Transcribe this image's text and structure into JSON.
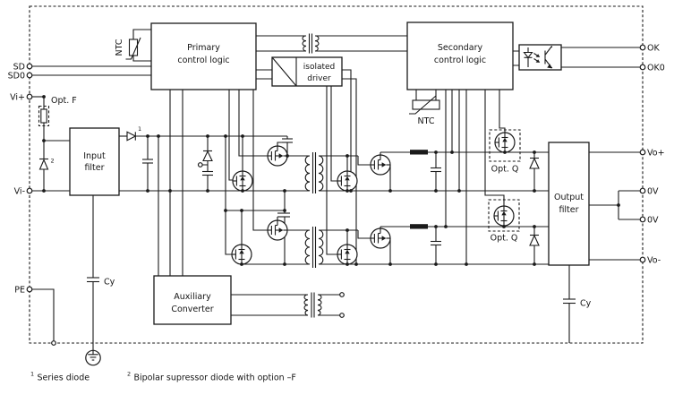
{
  "diagram": {
    "colors": {
      "stroke": "#1a1a1a",
      "background": "#ffffff"
    },
    "terminals": {
      "left": [
        {
          "label": "SD"
        },
        {
          "label": "SD0"
        },
        {
          "label": "Vi+"
        },
        {
          "label": "Vi-"
        },
        {
          "label": "PE"
        }
      ],
      "right": [
        {
          "label": "OK"
        },
        {
          "label": "OK0"
        },
        {
          "label": "Vo+"
        },
        {
          "label": "0V"
        },
        {
          "label": "0V"
        },
        {
          "label": "Vo-"
        }
      ]
    },
    "blocks": {
      "input_filter": {
        "line1": "Input",
        "line2": "filter"
      },
      "primary_control": {
        "line1": "Primary",
        "line2": "control logic"
      },
      "isolated_driver": {
        "line1": "isolated",
        "line2": "driver"
      },
      "secondary_control": {
        "line1": "Secondary",
        "line2": "control logic"
      },
      "aux_converter": {
        "line1": "Auxiliary",
        "line2": "Converter"
      },
      "output_filter": {
        "line1": "Output",
        "line2": "filter"
      }
    },
    "labels": {
      "ntc_primary": "NTC",
      "ntc_secondary": "NTC",
      "opt_f": "Opt. F",
      "opt_q1": "Opt. Q",
      "opt_q2": "Opt. Q",
      "cy_left": "Cy",
      "cy_right": "Cy",
      "ref1": "1",
      "ref2": "2"
    },
    "footnotes": [
      {
        "sup": "1",
        "text": "Series diode"
      },
      {
        "sup": "2",
        "text": "Bipolar supressor diode with option –F"
      }
    ]
  }
}
